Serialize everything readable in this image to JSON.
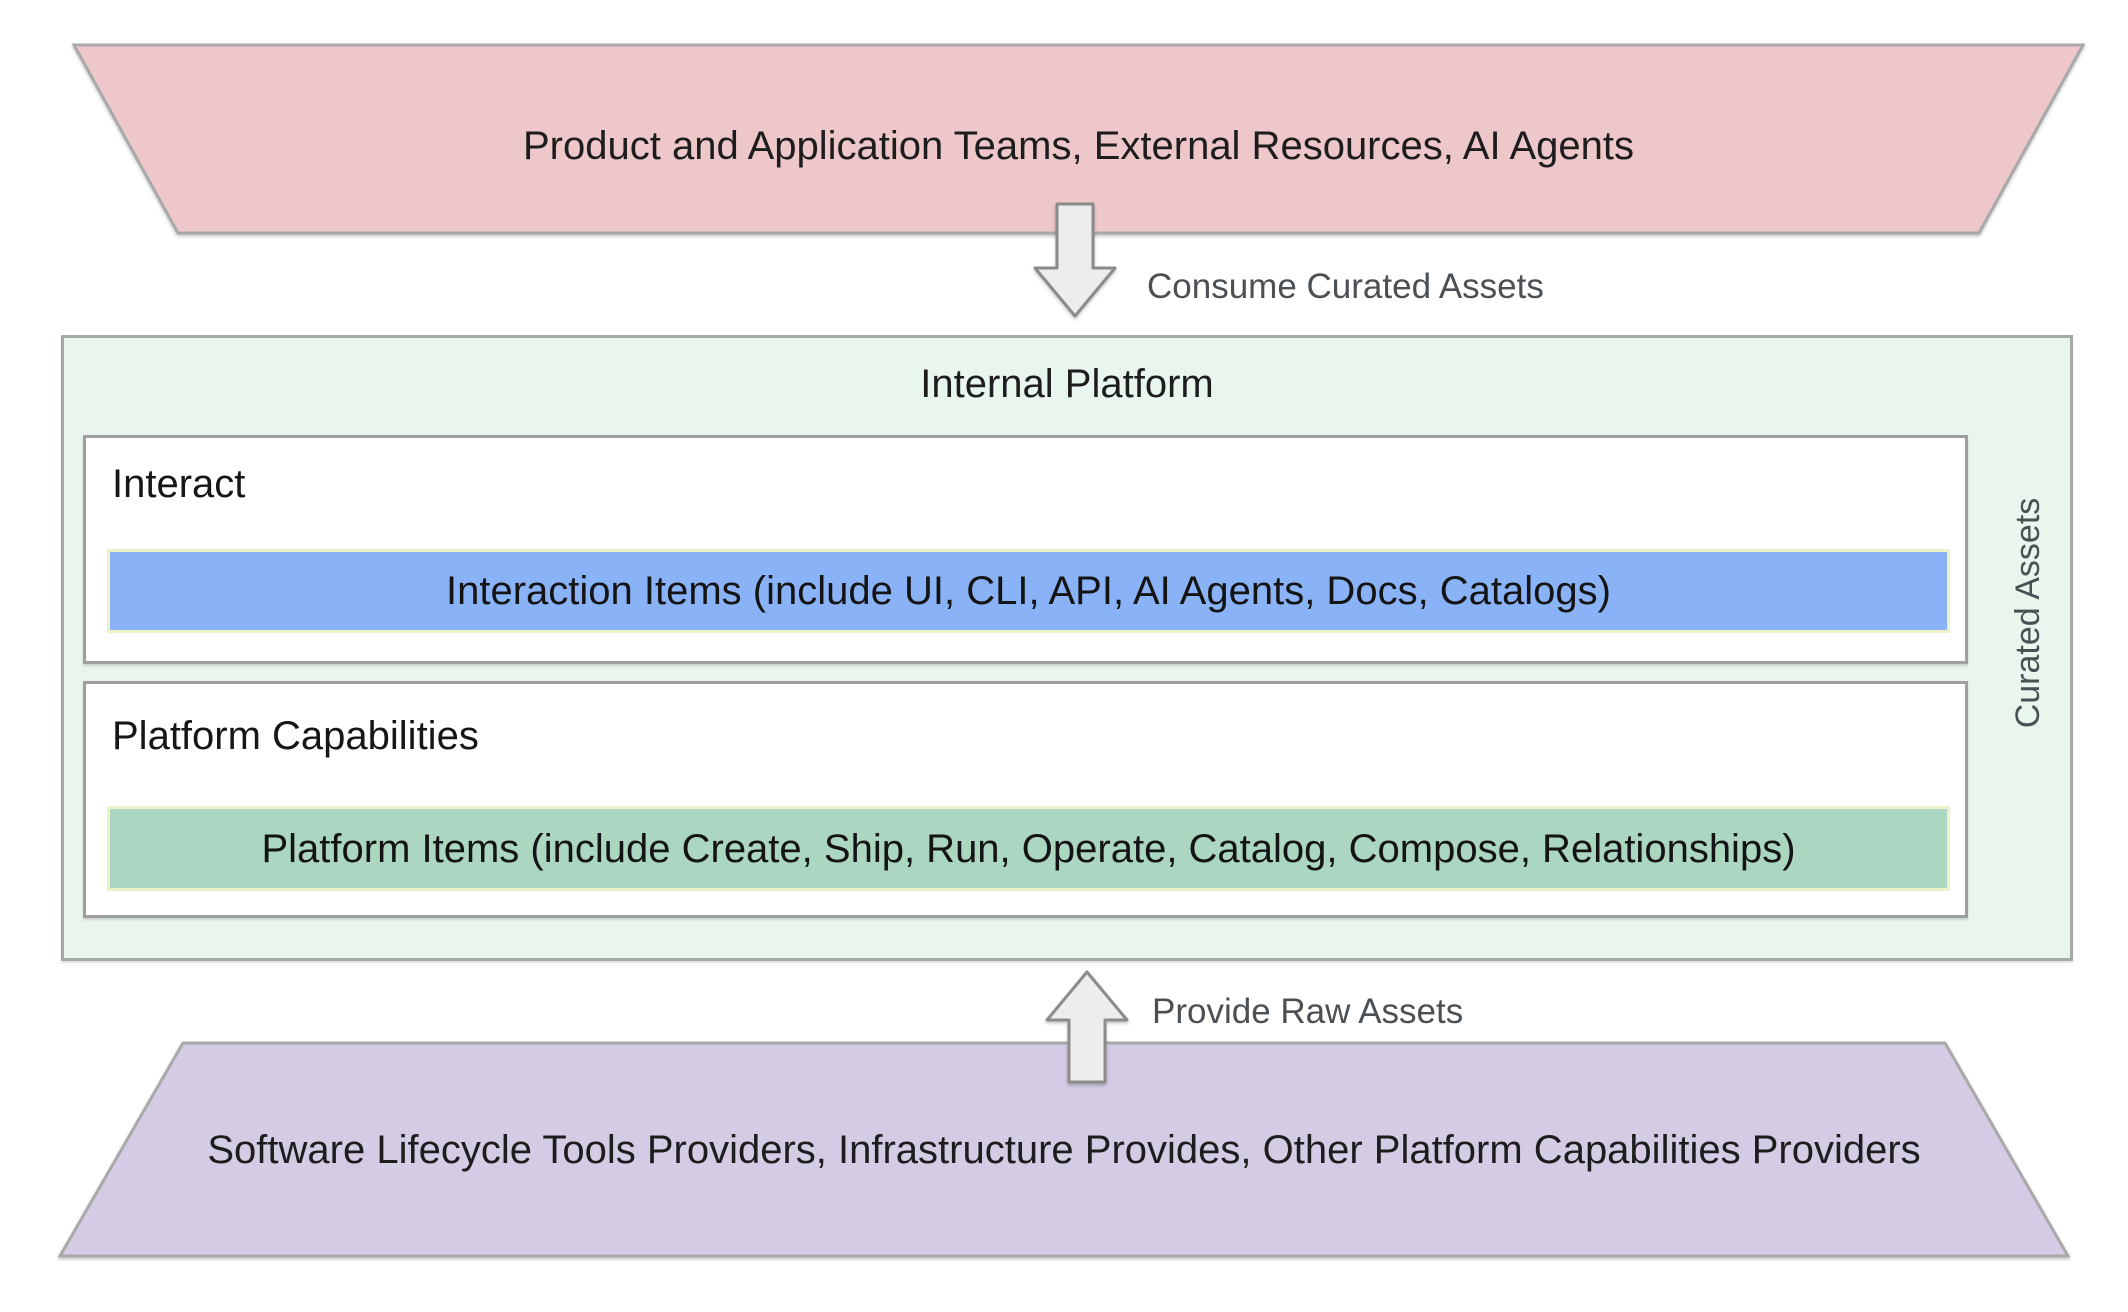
{
  "diagram": {
    "top_band": {
      "label": "Product and Application Teams, External Resources, AI Agents",
      "fill": "#edc7c9"
    },
    "flow_down": {
      "label": "Consume Curated Assets",
      "arrow_fill": "#ededed"
    },
    "flow_up": {
      "label": "Provide Raw Assets",
      "arrow_fill": "#ededed"
    },
    "platform": {
      "title": "Internal Platform",
      "side_label": "Curated Assets",
      "fill": "#e9f6ee",
      "sections": [
        {
          "heading": "Interact",
          "item_label": "Interaction Items (include UI, CLI, API, AI Agents, Docs, Catalogs)",
          "item_fill": "#8ab3f7"
        },
        {
          "heading": "Platform Capabilities",
          "item_label": "Platform Items (include Create, Ship, Run, Operate, Catalog, Compose, Relationships)",
          "item_fill": "#abd6c1"
        }
      ]
    },
    "bottom_band": {
      "label": "Software Lifecycle Tools Providers, Infrastructure Provides, Other Platform Capabilities Providers",
      "fill": "#d4cbe4"
    },
    "item_bar_border": "#eff1c9",
    "text_color": "#1d1d1d",
    "muted_text_color": "#4b5055"
  }
}
